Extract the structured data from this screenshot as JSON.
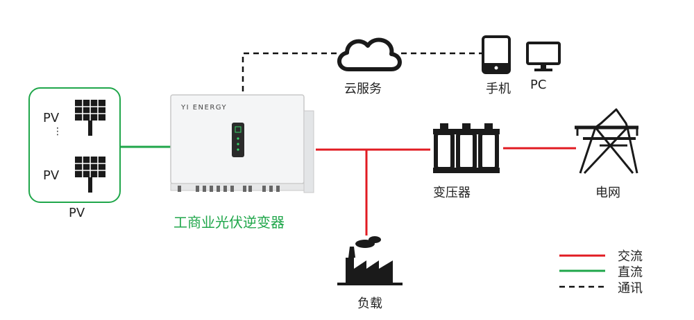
{
  "pv_group": {
    "panel_label_top": "PV",
    "ellipsis": "⋮",
    "panel_label_bottom": "PV",
    "group_label": "PV"
  },
  "inverter": {
    "brand": "YI ENERGY",
    "label": "工商业光伏逆变器"
  },
  "cloud": {
    "label": "云服务"
  },
  "devices": {
    "phone_label": "手机",
    "pc_label": "PC"
  },
  "transformer": {
    "label": "变压器"
  },
  "grid": {
    "label": "电网"
  },
  "load": {
    "label": "负载"
  },
  "legend": {
    "ac": "交流",
    "dc": "直流",
    "comm": "通讯"
  },
  "colors": {
    "ac_line": "#e11b22",
    "dc_line": "#1fa64a",
    "comm_line": "#111111",
    "pv_border": "#1fa64a",
    "icon": "#1a1a1a"
  },
  "icons": [
    "solar-panel-icon",
    "inverter-icon",
    "cloud-icon",
    "phone-icon",
    "monitor-icon",
    "transformer-icon",
    "pylon-icon",
    "factory-icon"
  ]
}
